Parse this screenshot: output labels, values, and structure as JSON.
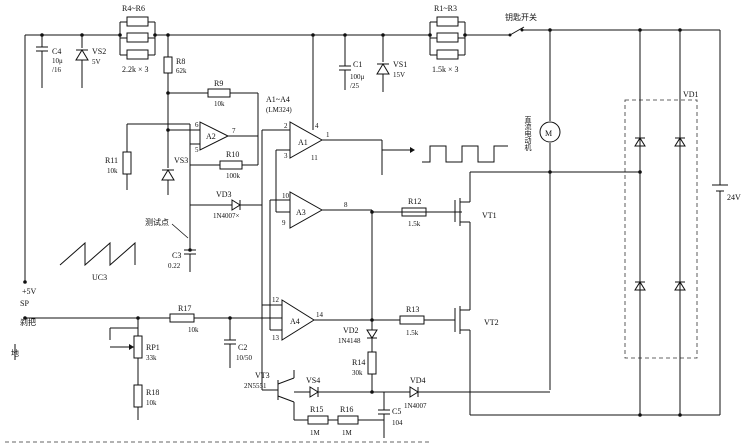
{
  "labels": {
    "r4_r6": "R4~R6",
    "r4_r6_val": "2.2k × 3",
    "r1_r3": "R1~R3",
    "r1_r3_val": "1.5k × 3",
    "switch": "钥匙开关",
    "c4": "C4",
    "c4_val1": "10μ",
    "c4_val2": "/16",
    "vs2": "VS2",
    "vs2_val": "5V",
    "r8": "R8",
    "r8_val": "62k",
    "c1": "C1",
    "c1_val1": "100μ",
    "c1_val2": "/25",
    "vs1": "VS1",
    "vs1_val": "15V",
    "r9": "R9",
    "r9_val": "10k",
    "ic_name": "A1~A4",
    "ic_part": "(LM324)",
    "motor_symbol": "M",
    "motor_label": "直流电动机",
    "vd1": "VD1",
    "battery": "24V",
    "r11": "R11",
    "r11_val": "10k",
    "vs3": "VS3",
    "a2": "A2",
    "r10": "R10",
    "r10_val": "100k",
    "a1": "A1",
    "vd3": "VD3",
    "vd3_val": "1N4007×",
    "test_point": "测试点",
    "a3": "A3",
    "r12": "R12",
    "r12_val": "1.5k",
    "vt1": "VT1",
    "c3": "C3",
    "c3_val": "0.22",
    "uc3": "UC3",
    "plus5v": "+5V",
    "sp": "SP",
    "brake": "刹把",
    "ground": "地",
    "r17": "R17",
    "r17_val": "10k",
    "a4": "A4",
    "r13": "R13",
    "r13_val": "1.5k",
    "vt2": "VT2",
    "rp1": "RP1",
    "rp1_val": "33k",
    "c2": "C2",
    "c2_val": "10/50",
    "vd2": "VD2",
    "vd2_val": "1N4148",
    "r14": "R14",
    "r14_val": "30k",
    "r18": "R18",
    "r18_val": "10k",
    "vt3": "VT3",
    "vt3_val": "2N5551",
    "vs4": "VS4",
    "vd4": "VD4",
    "vd4_val": "1N4007",
    "r15": "R15",
    "r15_val": "1M",
    "r16": "R16",
    "r16_val": "1M",
    "c5": "C5",
    "c5_val": "104",
    "pin_a1_2": "2",
    "pin_a1_3": "3",
    "pin_a1_4": "4",
    "pin_a1_1": "1",
    "pin_a1_11": "11",
    "pin_a2_6": "6",
    "pin_a2_5": "5",
    "pin_a2_7": "7",
    "pin_a3_10": "10",
    "pin_a3_9": "9",
    "pin_a3_8": "8",
    "pin_a4_12": "12",
    "pin_a4_13": "13",
    "pin_a4_14": "14"
  },
  "colors": {
    "ink": "#111111",
    "paper": "#ffffff"
  }
}
